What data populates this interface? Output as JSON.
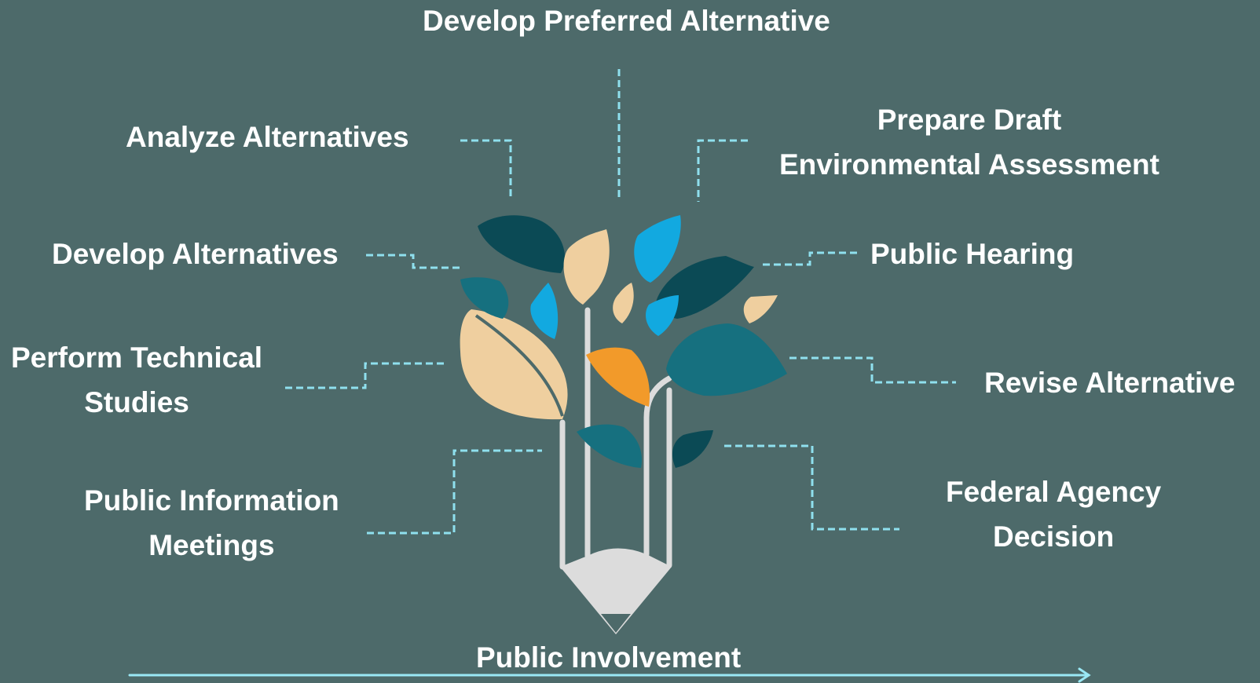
{
  "labels": {
    "develop_preferred": "Develop Preferred Alternative",
    "analyze_alternatives": "Analyze Alternatives",
    "prepare_draft_line1": "Prepare Draft",
    "prepare_draft_line2": "Environmental Assessment",
    "develop_alternatives": "Develop Alternatives",
    "public_hearing": "Public Hearing",
    "perform_technical_line1": "Perform Technical",
    "perform_technical_line2": "Studies",
    "revise_alternative": "Revise Alternative",
    "public_information_line1": "Public Information",
    "public_information_line2": "Meetings",
    "federal_agency_line1": "Federal Agency",
    "federal_agency_line2": "Decision",
    "public_involvement": "Public Involvement"
  },
  "colors": {
    "background": "#4d6a6a",
    "connector": "#8fe0ee",
    "arrow": "#9ae8f5",
    "pencil": "#dcdcdc",
    "leaf_dark_teal": "#0b4a55",
    "leaf_teal": "#16707f",
    "leaf_sky_blue": "#12a9e0",
    "leaf_tan": "#efcf9f",
    "leaf_orange": "#f29a2a"
  }
}
